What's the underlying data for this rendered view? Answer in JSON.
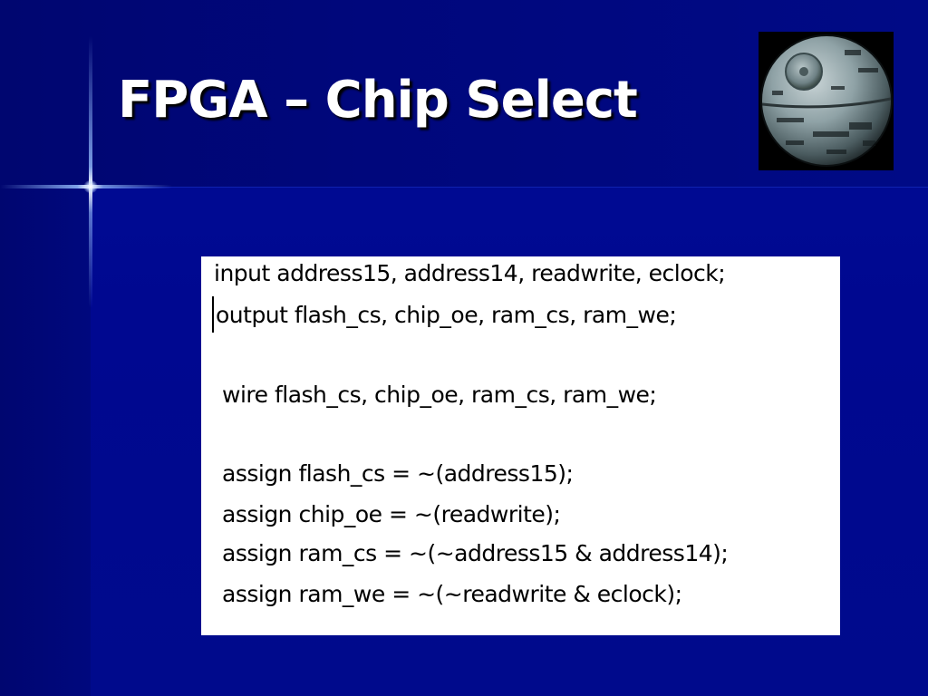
{
  "slide": {
    "title": "FPGA – Chip Select",
    "image_icon": "death-star-image",
    "code_lines": [
      "input address15, address14, readwrite, eclock;",
      "output flash_cs, chip_oe, ram_cs, ram_we;",
      "wire flash_cs, chip_oe, ram_cs, ram_we;",
      "assign flash_cs = ~(address15);",
      "assign chip_oe = ~(readwrite);",
      "assign ram_cs = ~(~address15 & address14);",
      "assign ram_we = ~(~readwrite & eclock);"
    ]
  },
  "colors": {
    "background": "#000a8c",
    "title_text": "#ffffff",
    "code_panel": "#ffffff",
    "code_text": "#000000"
  }
}
